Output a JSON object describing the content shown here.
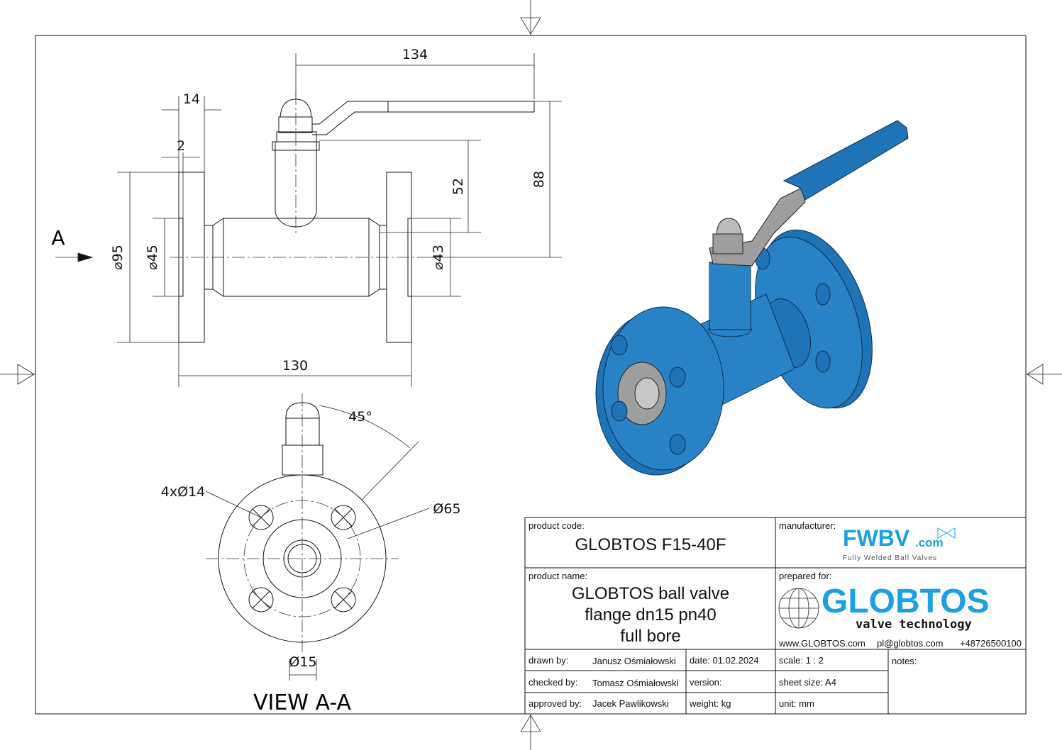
{
  "side_view": {
    "dims": {
      "d134": "134",
      "d14": "14",
      "d2": "2",
      "d52": "52",
      "d88": "88",
      "d95": "⌀95",
      "d45": "⌀45",
      "d43": "⌀43",
      "d130": "130"
    },
    "view_arrow_label": "A"
  },
  "front_view": {
    "dims": {
      "angle": "45°",
      "holes": "4xØ14",
      "d65": "Ø65",
      "d15": "Ø15"
    },
    "title": "VIEW A-A"
  },
  "title_block": {
    "product_code_label": "product code:",
    "product_code": "GLOBTOS F15-40F",
    "manufacturer_label": "manufacturer:",
    "manufacturer_logo": "FWBV",
    "manufacturer_logo_suffix": ".com",
    "manufacturer_tagline": "Fully Welded Ball Valves",
    "product_name_label": "product name:",
    "product_name_lines": [
      "GLOBTOS ball valve",
      "flange dn15 pn40",
      "full bore"
    ],
    "prepared_for_label": "prepared for:",
    "client_logo": "GLOBTOS",
    "client_tagline": "valve technology",
    "website": "www.GLOBTOS.com",
    "email": "pl@globtos.com",
    "phone": "+48726500100",
    "drawn_by_label": "drawn by:",
    "drawn_by": "Janusz Ośmiałowski",
    "checked_by_label": "checked by:",
    "checked_by": "Tomasz Ośmiałowski",
    "approved_by_label": "approved by:",
    "approved_by": "Jacek Pawlikowski",
    "date": "date: 01.02.2024",
    "version": "version:",
    "weight": "weight:  kg",
    "scale": "scale: 1 : 2",
    "sheet_size": "sheet size:  A4",
    "unit": "unit:  mm",
    "notes_label": "notes:"
  },
  "colors": {
    "brand_blue": "#1ba1e2",
    "valve_blue": "#1f73b7",
    "steel_grey": "#9e9e9e"
  }
}
